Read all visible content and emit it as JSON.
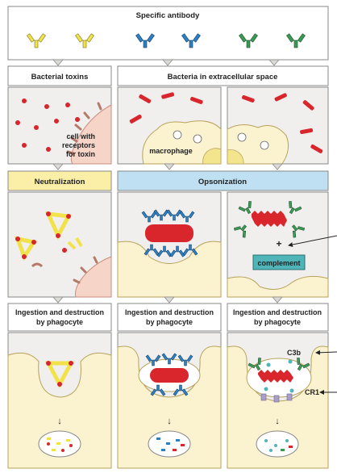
{
  "labels": {
    "specific_antibody": "Specific antibody",
    "bacterial_toxins": "Bacterial toxins",
    "bacteria_extracellular": "Bacteria in extracellular space",
    "cell_receptor_line1": "cell with",
    "cell_receptor_line2": "receptors",
    "cell_receptor_line3": "for toxin",
    "macrophage": "macrophage",
    "neutralization": "Neutralization",
    "opsonization": "Opsonization",
    "plus": "+",
    "complement": "complement",
    "ingestion_line1": "Ingestion and destruction",
    "ingestion_line2": "by phagocyte",
    "c3b": "C3b",
    "cr1": "CR1"
  },
  "colors": {
    "yellow_antibody": "#f2e24a",
    "blue_antibody": "#2e7fc1",
    "green_antibody": "#3a9a55",
    "bacteria_red": "#d9262c",
    "cell_pink": "#f6d4c8",
    "macrophage_cream": "#fbf3d0",
    "neutralization_band": "#fbefa8",
    "opsonization_band": "#bfe0f2",
    "complement_box": "#4fb5b9",
    "panel_gray": "#f0efed"
  }
}
